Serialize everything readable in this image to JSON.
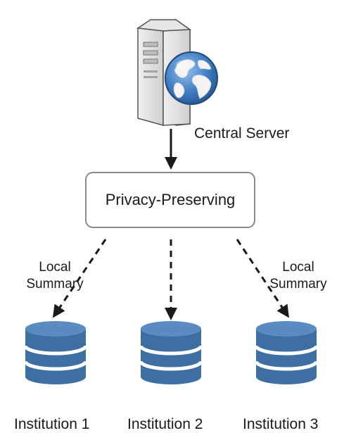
{
  "server": {
    "label": "Central Server",
    "icon": "server-globe-icon"
  },
  "aggregator": {
    "label": "Privacy-Preserving"
  },
  "edge_labels": {
    "left": [
      "Local",
      "Summary"
    ],
    "right": [
      "Local",
      "Summary"
    ]
  },
  "institutions": [
    {
      "label": "Institution 1",
      "icon": "database-icon"
    },
    {
      "label": "Institution 2",
      "icon": "database-icon"
    },
    {
      "label": "Institution 3",
      "icon": "database-icon"
    }
  ],
  "colors": {
    "database": "#3d6fa3",
    "database_dark": "#2b5585",
    "arrow": "#1a1a1a",
    "box_border": "#8a8a8a",
    "server_body": "#dcdcdc",
    "globe_ocean": "#4a86c8",
    "globe_land": "#f2f2f2"
  }
}
